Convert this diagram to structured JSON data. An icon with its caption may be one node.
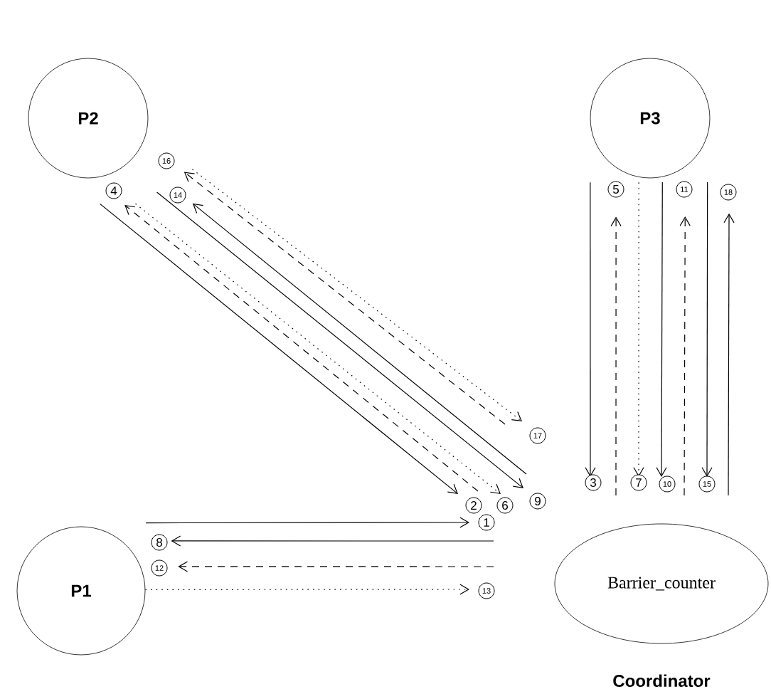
{
  "diagram": {
    "nodes": [
      {
        "text": [
          "P2"
        ]
      },
      {
        "text": [
          "P3"
        ]
      },
      {
        "text": [
          "P1"
        ]
      },
      {
        "text": [
          "Barrier_counter"
        ],
        "beside": [
          "Coordinator"
        ]
      }
    ],
    "edges": [
      {
        "from": 2,
        "to": null,
        "arrow": "to",
        "label": "1"
      },
      {
        "from": 0,
        "to": null,
        "arrow": "to",
        "label": "2"
      },
      {
        "from": 1,
        "to": null,
        "arrow": "to",
        "label": "3"
      },
      {
        "from": null,
        "to": 0,
        "arrow": "to",
        "label": "4",
        "style": "dashed"
      },
      {
        "from": null,
        "to": 1,
        "arrow": "to",
        "label": "5",
        "style": "dashed"
      },
      {
        "from": 0,
        "to": null,
        "arrow": "to",
        "label": "6",
        "style": "dashed"
      },
      {
        "from": 1,
        "to": null,
        "arrow": "to",
        "label": "7",
        "style": "dashed"
      },
      {
        "from": null,
        "to": 2,
        "arrow": "to",
        "label": "8"
      },
      {
        "from": 0,
        "to": null,
        "arrow": "to",
        "label": "9"
      },
      {
        "from": 1,
        "to": null,
        "arrow": "to",
        "label": "10"
      },
      {
        "from": null,
        "to": 1,
        "arrow": "to",
        "label": "11",
        "style": "dashed"
      },
      {
        "from": null,
        "to": 2,
        "arrow": "to",
        "label": "12",
        "style": "dashed"
      },
      {
        "from": 2,
        "to": null,
        "arrow": "to",
        "label": "13",
        "style": "dashed"
      },
      {
        "from": null,
        "to": 0,
        "arrow": "to",
        "label": "14"
      },
      {
        "from": 1,
        "to": null,
        "arrow": "to",
        "label": "15"
      },
      {
        "from": null,
        "to": 0,
        "arrow": "to",
        "label": "16",
        "style": "dashed"
      },
      {
        "from": 0,
        "to": null,
        "arrow": "to",
        "label": "17",
        "style": "dashed"
      },
      {
        "from": null,
        "to": 1,
        "arrow": "to",
        "label": "18"
      }
    ]
  }
}
